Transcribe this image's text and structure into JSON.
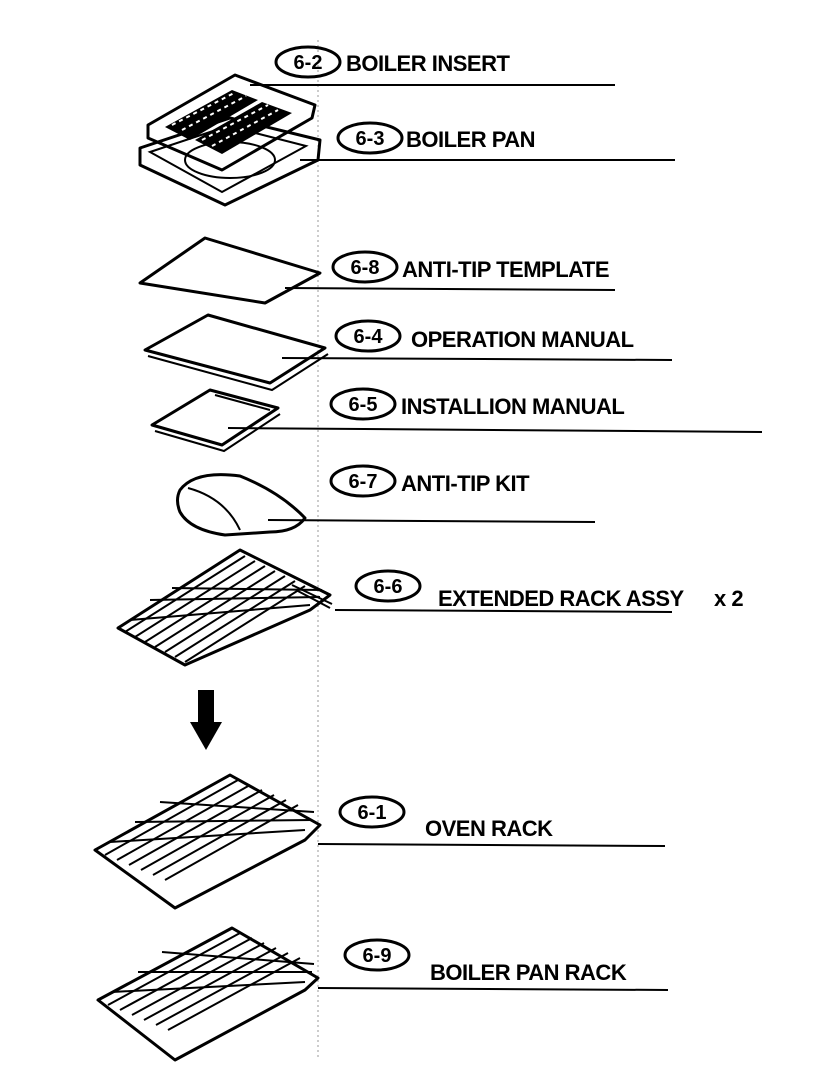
{
  "parts": [
    {
      "id": "p62",
      "code": "6-2",
      "label": "BOILER INSERT"
    },
    {
      "id": "p63",
      "code": "6-3",
      "label": "BOILER PAN"
    },
    {
      "id": "p68",
      "code": "6-8",
      "label": "ANTI-TIP TEMPLATE"
    },
    {
      "id": "p64",
      "code": "6-4",
      "label": "OPERATION MANUAL"
    },
    {
      "id": "p65",
      "code": "6-5",
      "label": "INSTALLION MANUAL"
    },
    {
      "id": "p67",
      "code": "6-7",
      "label": "ANTI-TIP KIT"
    },
    {
      "id": "p66",
      "code": "6-6",
      "label": "EXTENDED RACK ASSY",
      "qty": "x 2"
    },
    {
      "id": "p61",
      "code": "6-1",
      "label": "OVEN RACK"
    },
    {
      "id": "p69",
      "code": "6-9",
      "label": "BOILER PAN RACK"
    }
  ],
  "colors": {
    "ink": "#000000",
    "paper": "#ffffff"
  },
  "icons": {
    "direction": "down-arrow-icon"
  }
}
